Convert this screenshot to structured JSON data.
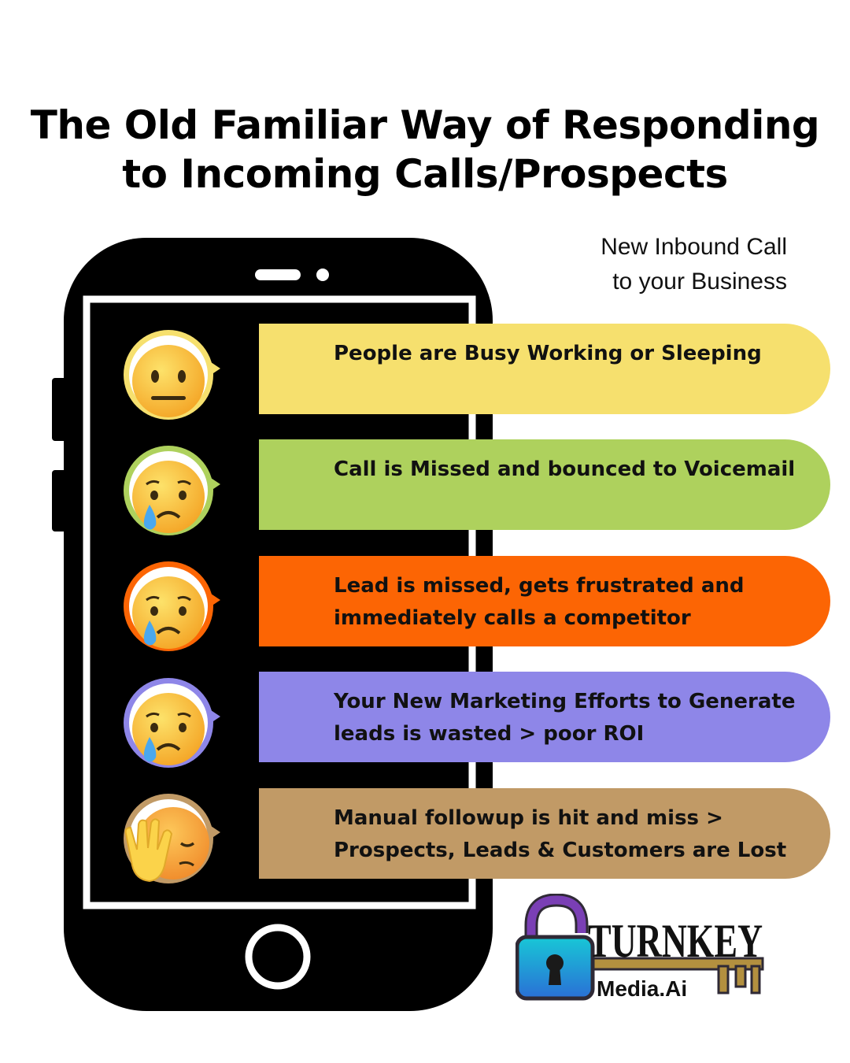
{
  "title": {
    "line1": "The Old Familiar Way of Responding",
    "line2": "to Incoming Calls/Prospects"
  },
  "inbound": {
    "line1": "New Inbound Call",
    "line2": "to your Business"
  },
  "steps": [
    {
      "lines": [
        "People  are Busy Working or Sleeping"
      ],
      "color": "#f6e06e",
      "emoji": "neutral-face-icon"
    },
    {
      "lines": [
        "Call is Missed and bounced to Voicemail"
      ],
      "color": "#aed15d",
      "emoji": "crying-face-icon"
    },
    {
      "lines": [
        "Lead is missed, gets frustrated and",
        "immediately calls a competitor"
      ],
      "color": "#fc6504",
      "emoji": "crying-face-icon"
    },
    {
      "lines": [
        "Your New Marketing Efforts to Generate",
        "leads is wasted > poor ROI"
      ],
      "color": "#8e86e8",
      "emoji": "crying-face-icon"
    },
    {
      "lines": [
        "Manual followup is hit and miss >",
        "Prospects, Leads & Customers are Lost"
      ],
      "color": "#c19a66",
      "emoji": "facepalm-icon"
    }
  ],
  "logo": {
    "word1": "TURNKEY",
    "word2": "Media.Ai"
  }
}
